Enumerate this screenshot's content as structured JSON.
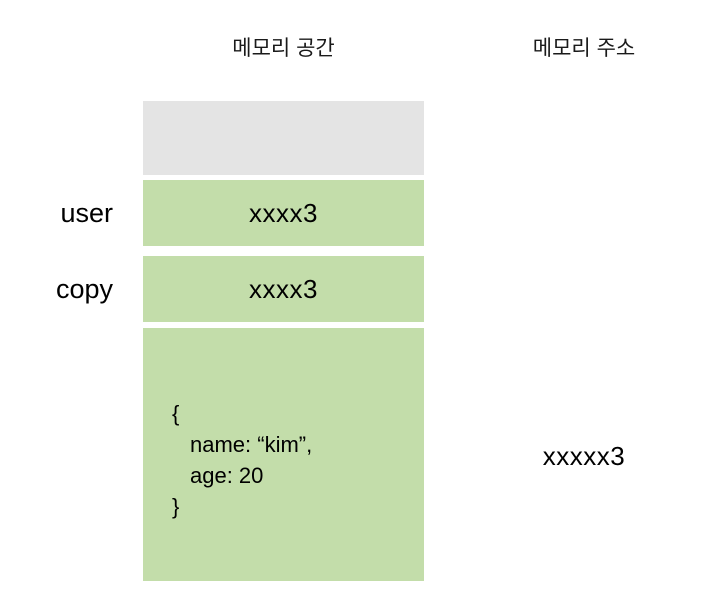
{
  "diagram": {
    "headers": {
      "memory_space": "메모리 공간",
      "memory_address": "메모리 주소"
    },
    "colors": {
      "background": "#ffffff",
      "empty_block": "#e4e4e4",
      "allocated_block": "#c3ddaa",
      "text": "#000000"
    },
    "rows": [
      {
        "label": "",
        "value": "",
        "kind": "empty-slot"
      },
      {
        "label": "user",
        "value": "xxxx3",
        "kind": "reference-slot"
      },
      {
        "label": "copy",
        "value": "xxxx3",
        "kind": "reference-slot"
      }
    ],
    "object_block": {
      "lines": [
        "{",
        "name: “kim”,",
        "age: 20",
        "}"
      ]
    },
    "address": {
      "value": "xxxxx3"
    }
  }
}
